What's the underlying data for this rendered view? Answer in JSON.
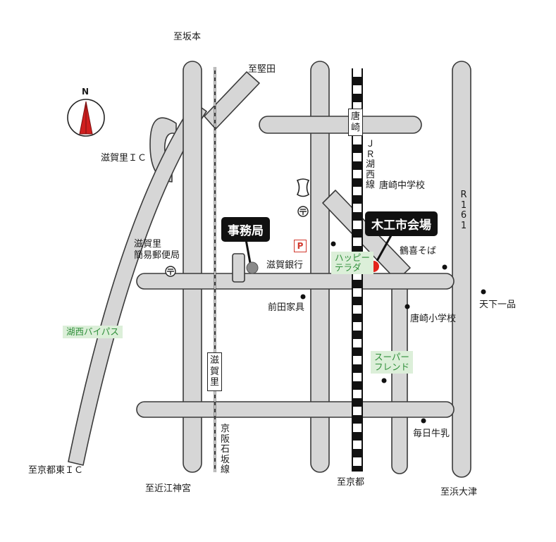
{
  "compass": {
    "north_label": "N",
    "icon": "compass-icon"
  },
  "directions": {
    "sakamoto": "至坂本",
    "katata": "至堅田",
    "kyoto_higashi_ic": "至京都東ＩＣ",
    "omi_jingu": "至近江神宮",
    "kyoto": "至京都",
    "hamaotsu": "至浜大津"
  },
  "roads": {
    "shigasato_ic": "滋賀里ＩＣ",
    "kosei_bypass": "湖西バイパス",
    "r161": "R161",
    "jr_kosei_line": "ＪＲ湖西線",
    "keihan_ishizaka_line": "京阪石坂線"
  },
  "stations": {
    "karasaki": "唐崎",
    "shigasato": "滋賀里"
  },
  "callouts": {
    "office": "事務局",
    "venue": "木工市会場"
  },
  "places": {
    "post_office_line1": "滋賀里",
    "post_office_line2": "簡易郵便局",
    "shiga_bank": "滋賀銀行",
    "maeda_furniture": "前田家具",
    "karasaki_jhs": "唐崎中学校",
    "karasaki_es": "唐崎小学校",
    "tsuruki_soba": "鶴喜そば",
    "tenka_ippin": "天下一品",
    "mainichi_milk": "毎日牛乳",
    "happy_terada_line1": "ハッピー",
    "happy_terada_line2": "テラダ",
    "super_friend_line1": "スーパー",
    "super_friend_line2": "フレンド",
    "parking": "P"
  },
  "colors": {
    "road_fill": "#d6d6d6",
    "road_stroke": "#3a3a3a",
    "venue_marker": "#e3241b",
    "office_marker": "#8a8a8a",
    "compass_needle": "#d01f1f",
    "landmark_green": "#dcefd9"
  }
}
